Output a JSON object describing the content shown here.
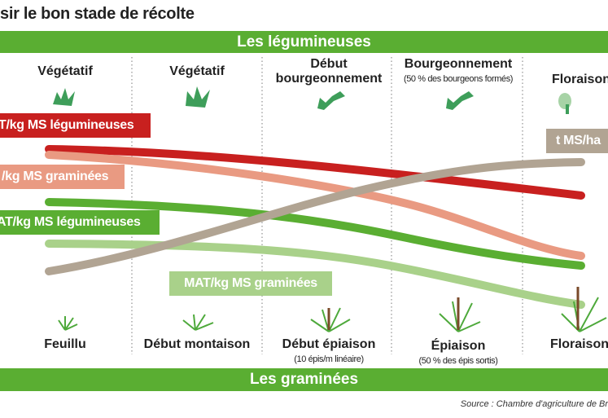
{
  "title": "sir le bon stade de récolte",
  "top_band": "Les légumineuses",
  "bottom_band": "Les graminées",
  "legume_stages": [
    {
      "label": "Végétatif",
      "sub": ""
    },
    {
      "label": "Végétatif",
      "sub": ""
    },
    {
      "label": "Début",
      "label2": "bourgeonnement",
      "sub": ""
    },
    {
      "label": "Bourgeonnement",
      "sub": "(50 % des bourgeons formés)"
    },
    {
      "label": "Floraison",
      "sub": ""
    }
  ],
  "grass_stages": [
    {
      "label": "Feuillu",
      "sub": ""
    },
    {
      "label": "Début montaison",
      "sub": ""
    },
    {
      "label": "Début épiaison",
      "sub": "(10  épis/m linéaire)"
    },
    {
      "label": "Épiaison",
      "sub": "(50 % des épis sortis)"
    },
    {
      "label": "Floraison",
      "sub": ""
    }
  ],
  "curves": [
    {
      "label": "T/kg MS légumineuses",
      "color": "#c8201f"
    },
    {
      "label": "/kg MS graminées",
      "color": "#e99a82"
    },
    {
      "label": "AT/kg MS légumineuses",
      "color": "#5aae32"
    },
    {
      "label": "MAT/kg MS graminées",
      "color": "#a9d18a"
    },
    {
      "label": "t MS/ha",
      "color": "#b1a493"
    }
  ],
  "source": "Source : Chambre d'agriculture de Br"
}
